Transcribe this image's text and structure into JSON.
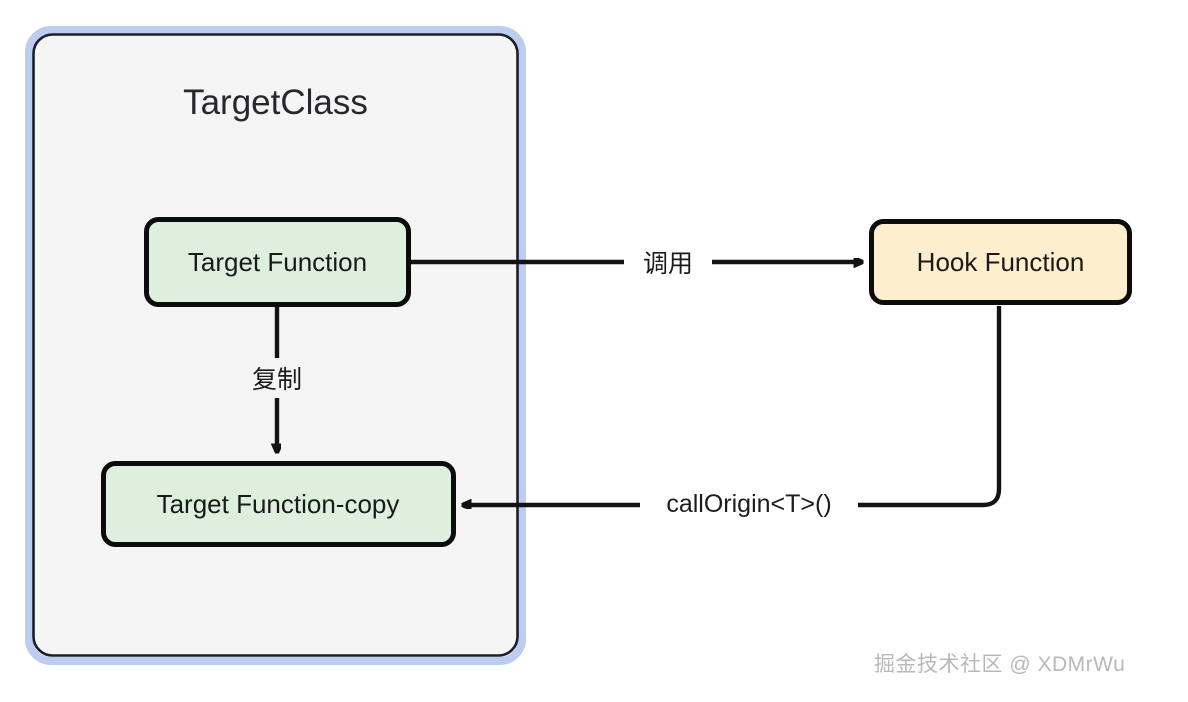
{
  "diagram": {
    "type": "flowchart",
    "background_color": "#ffffff",
    "container": {
      "title": "TargetClass",
      "fill_color": "#f5f5f6",
      "border_color": "#1a1f2b",
      "outer_glow_color": "#bdcdf0"
    },
    "nodes": [
      {
        "id": "target-function",
        "label": "Target Function",
        "fill_color": "#ddf0de",
        "border_color": "#0c0c0c"
      },
      {
        "id": "target-function-copy",
        "label": "Target Function-copy",
        "fill_color": "#ddf0de",
        "border_color": "#0c0c0c"
      },
      {
        "id": "hook-function",
        "label": "Hook Function",
        "fill_color": "#fdeecd",
        "border_color": "#0c0c0c"
      }
    ],
    "edges": [
      {
        "id": "edge-call",
        "from": "target-function",
        "to": "hook-function",
        "label": "调用",
        "color": "#131313"
      },
      {
        "id": "edge-copy",
        "from": "target-function",
        "to": "target-function-copy",
        "label": "复制",
        "color": "#131313"
      },
      {
        "id": "edge-callorigin",
        "from": "hook-function",
        "to": "target-function-copy",
        "label": "callOrigin<T>()",
        "color": "#131313"
      }
    ],
    "watermark": "掘金技术社区 @ XDMrWu"
  }
}
